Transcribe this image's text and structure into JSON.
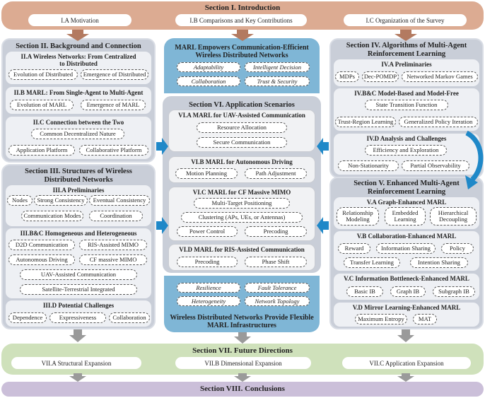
{
  "intro": {
    "title": "Section I. Introduction",
    "items": [
      "I.A Motivation",
      "I.B Comparisons and Key Contributions",
      "I.C Organization of the Survey"
    ]
  },
  "sec2": {
    "title": "Section II. Background and Connection",
    "a_title_1": "II.A Wireless Networks: From Centralized",
    "a_title_2": "to Distributed",
    "a_items": [
      "Evolution of Distributed",
      "Emergence of Distributed"
    ],
    "b_title": "II.B MARL: From Single-Agent to Multi-Agent",
    "b_items": [
      "Evolution of MARL",
      "Emergence of MARL"
    ],
    "c_title": "II.C Connection between the Two",
    "c_items": [
      "Common Decentralized Nature",
      "Application Platform",
      "Collaborative Platform"
    ]
  },
  "sec3": {
    "title_1": "Section III. Structures of Wireless",
    "title_2": "Distributed Networks",
    "a_title": "III.A Preliminaries",
    "a_items": [
      "Nodes",
      "Strong Consistency",
      "Eventual Consistency",
      "Communication Modes",
      "Coordination"
    ],
    "b_title": "III.B&C Homogeneous and Heterogeneous",
    "b_items": [
      "D2D Communication",
      "RIS-Assisted MIMO",
      "Autonomous Driving",
      "CF massive MIMO",
      "UAV-Assisted Communication",
      "Satellite-Terrestrial Integrated"
    ],
    "d_title": "III.D Potential Challenges",
    "d_items": [
      "Dependence",
      "Expressiveness",
      "Collaboration"
    ]
  },
  "center_top": {
    "title_1": "MARL Empowers Communication-Efficient",
    "title_2": "Wireless Distributed Networks",
    "items": [
      "Adaptability",
      "Intelligent Decision",
      "Collaboration",
      "Trust & Security"
    ]
  },
  "sec6": {
    "title": "Section VI. Application Scenarios",
    "a_title": "VI.A MARL for UAV-Assisted Communication",
    "a_items": [
      "Resource Allocation",
      "Secure Communication"
    ],
    "b_title": "VI.B MARL for Autonomous Driving",
    "b_items": [
      "Motion Planning",
      "Path Adjustment"
    ],
    "c_title": "VI.C MARL for CF Massive MIMO",
    "c_items": [
      "Multi-Target Positioning",
      "Clustering (APs, UEs, or Antennas)",
      "Power Control",
      "Precoding"
    ],
    "d_title": "VI.D MARL for RIS-Assisted Communication",
    "d_items": [
      "Precoding",
      "Phase Shift"
    ]
  },
  "center_bottom": {
    "items": [
      "Resilience",
      "Fault Tolerance",
      "Heterogeneity",
      "Network Topology"
    ],
    "title_1": "Wireless Distributed Networks Provide Flexible",
    "title_2": "MARL Infrastructures"
  },
  "sec4": {
    "title_1": "Section IV. Algorithms of Multi-Agent",
    "title_2": "Reinforcement Learning",
    "a_title": "IV.A Preliminaries",
    "a_items": [
      "MDPs",
      "Dec-POMDP",
      "Networked Markov Games"
    ],
    "b_title": "IV.B&C Model-Based and Model-Free",
    "b_items": [
      "State Transition Function",
      "Trust-Region Learning",
      "Generalized Policy Iteration"
    ],
    "d_title": "IV.D Analysis and Challenges",
    "d_items": [
      "Efficiency and Exploration",
      "Non-Stationarity",
      "Partial Observability"
    ]
  },
  "sec5": {
    "title_1": "Section V. Enhanced Multi-Agent",
    "title_2": "Reinforcement Learning",
    "a_title": "V.A Graph-Enhanced MARL",
    "a_items": [
      "Relationship Modeling",
      "Embedded Learning",
      "Hierarchical Decoupling"
    ],
    "b_title": "V.B Collaboration-Enhanced MARL",
    "b_items": [
      "Reward",
      "Information Sharing",
      "Policy",
      "Transfer Learning",
      "Intention Sharing"
    ],
    "c_title": "V.C Information Bottleneck-Enhanced MARL",
    "c_items": [
      "Basic IB",
      "Graph IB",
      "Subgraph IB"
    ],
    "d_title": "V.D Mirror Learning-Enhanced MARL",
    "d_items": [
      "Maximum Entropy",
      "MAT"
    ]
  },
  "sec7": {
    "title": "Section VII. Future Directions",
    "items": [
      "VII.A Structural Expansion",
      "VII.B Dimensional Expansion",
      "VII.C Application Expansion"
    ]
  },
  "sec8": {
    "title": "Section VIII. Conclusions"
  },
  "colors": {
    "intro": "#dcab92",
    "future": "#cfe1bb",
    "conclusion": "#cbbfd9",
    "panel": "#c9ced8",
    "center_blue": "#7fb6d6",
    "arrow_blue": "#1f88c8",
    "arrow_brown": "#b37a60",
    "arrow_gray": "#9a9a9a"
  }
}
